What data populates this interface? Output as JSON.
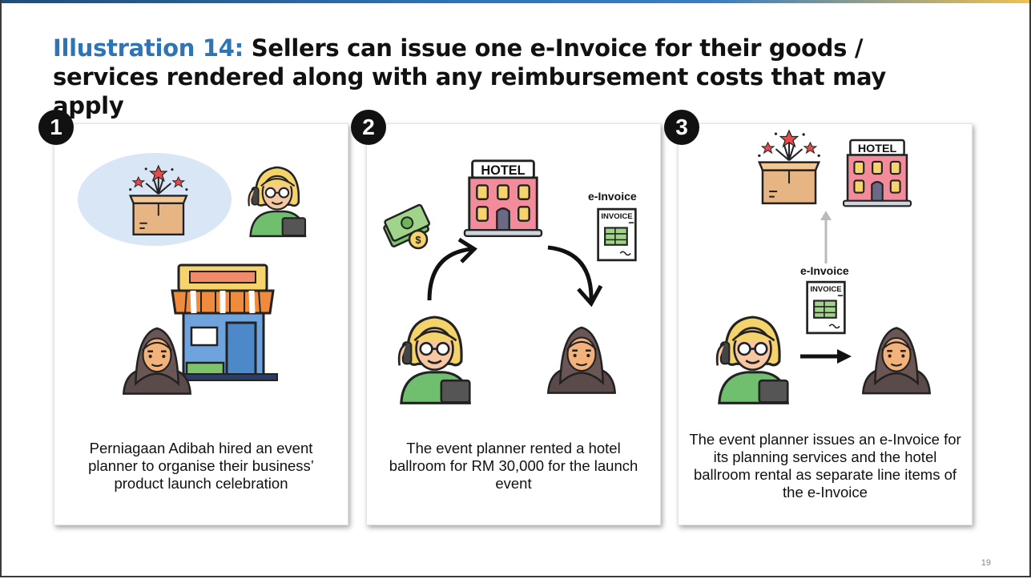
{
  "slide": {
    "title_prefix": "Illustration 14:",
    "title_text": "Sellers can issue one e-Invoice for their goods / services rendered along with any reimbursement costs that may apply",
    "page_number": "19"
  },
  "panels": [
    {
      "number": "1",
      "caption": "Perniagaan Adibah hired an event planner to organise their business’ product launch celebration"
    },
    {
      "number": "2",
      "caption": "The event planner rented a hotel ballroom for RM 30,000 for the launch event",
      "einvoice_label": "e-Invoice"
    },
    {
      "number": "3",
      "caption": "The event planner issues an e-Invoice for its planning services and the hotel ballroom rental as separate line items of the e-Invoice",
      "einvoice_label": "e-Invoice"
    }
  ],
  "icon_text": {
    "hotel_sign": "HOTEL",
    "invoice_sign": "INVOICE"
  },
  "colors": {
    "accent": "#2e75b6",
    "badge": "#111111"
  }
}
